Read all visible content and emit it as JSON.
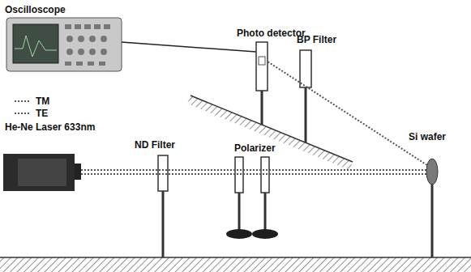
{
  "diagram": {
    "labels": [
      "Oscilloscope",
      "Photo detector",
      "BP Filter",
      "He-Ne Laser 633nm",
      "ND Filter",
      "Polarizer",
      "Si wafer"
    ],
    "legend": [
      {
        "text": "TM"
      },
      {
        "text": "TE"
      }
    ]
  }
}
